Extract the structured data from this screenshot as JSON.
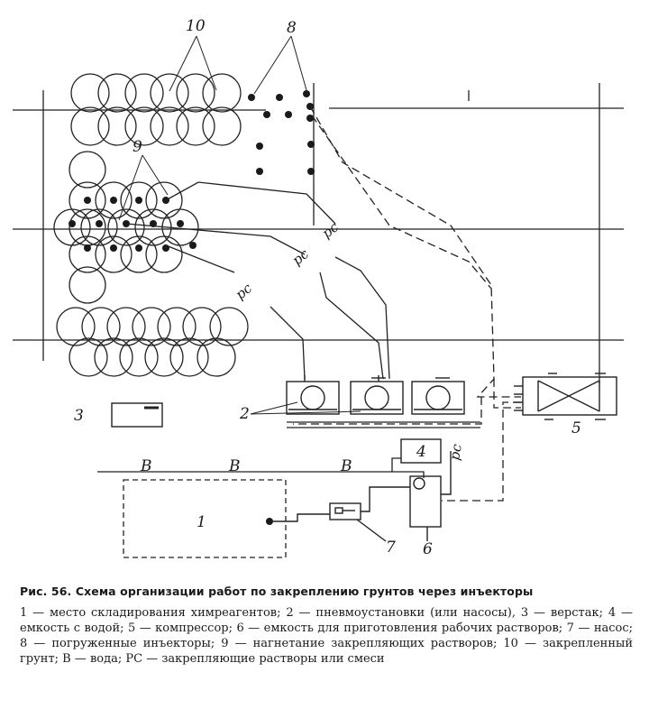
{
  "diagram": {
    "labels": {
      "n1": "1",
      "n2": "2",
      "n3": "3",
      "n4": "4",
      "n5": "5",
      "n6": "6",
      "n7": "7",
      "n8": "8",
      "n9": "9",
      "n10": "10",
      "water": "В",
      "rc": "рс"
    }
  },
  "caption": {
    "title": "Рис. 56. Схема организации работ по закреплению грунтов через инъекторы",
    "legend": "1 — место складирования химреагентов; 2 — пневмоустановки (или насосы), 3 — верстак; 4 — емкость с водой; 5 — компрессор; 6 — емкость для приготовления рабочих растворов; 7 — насос; 8 — погруженные инъекторы; 9 — нагнетание закрепляющих растворов; 10 — закрепленный грунт; В — вода; РС — закрепляющие растворы или смеси"
  }
}
